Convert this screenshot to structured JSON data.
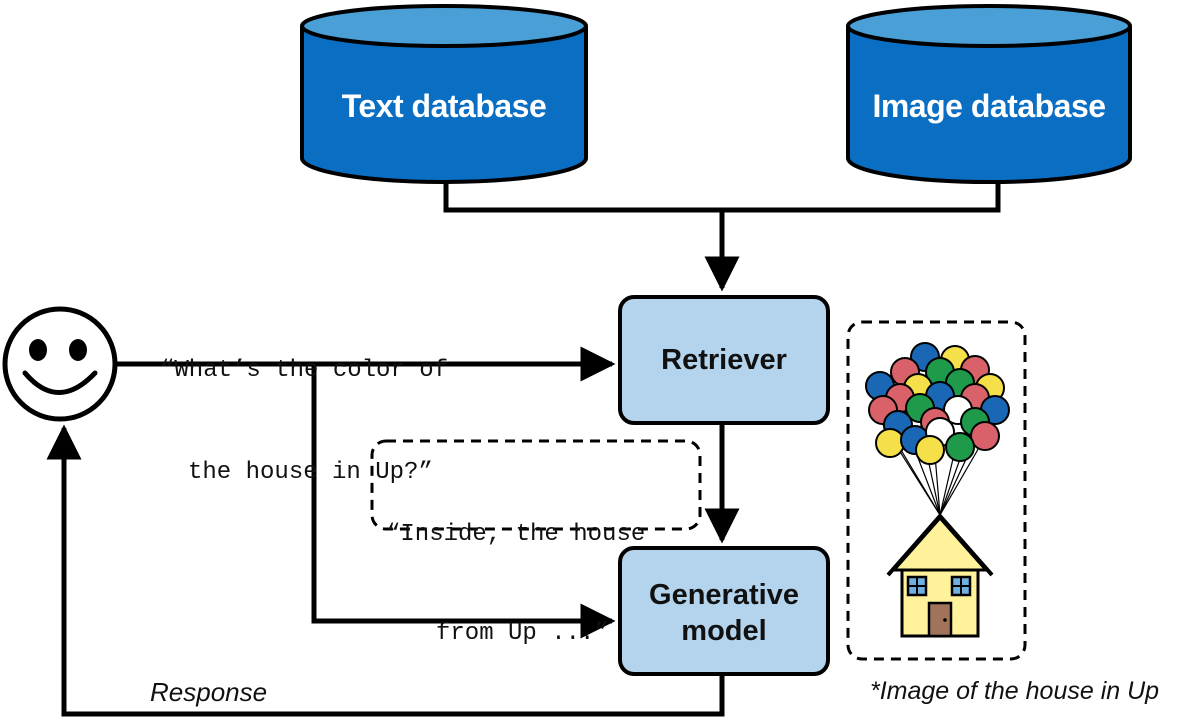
{
  "colors": {
    "database_fill": "#0a6fc2",
    "database_top": "#4a9fd6",
    "box_fill": "#b3d4ec",
    "line": "#000000",
    "house_wall": "#fff29a",
    "door": "#a0735a",
    "window": "#6fb0e0"
  },
  "databases": {
    "text": "Text database",
    "image": "Image database"
  },
  "components": {
    "retriever": "Retriever",
    "generator_line1": "Generative",
    "generator_line2": "model"
  },
  "query": {
    "line1": "“What’s the color of",
    "line2": "the house in Up?”"
  },
  "retrieved_text": {
    "line1": "“Inside, the house",
    "line2": "from Up ...”"
  },
  "response_label": "Response",
  "image_caption": "*Image of the house in Up",
  "icons": {
    "user": "smiley-face-icon",
    "image": "balloon-house-icon"
  }
}
